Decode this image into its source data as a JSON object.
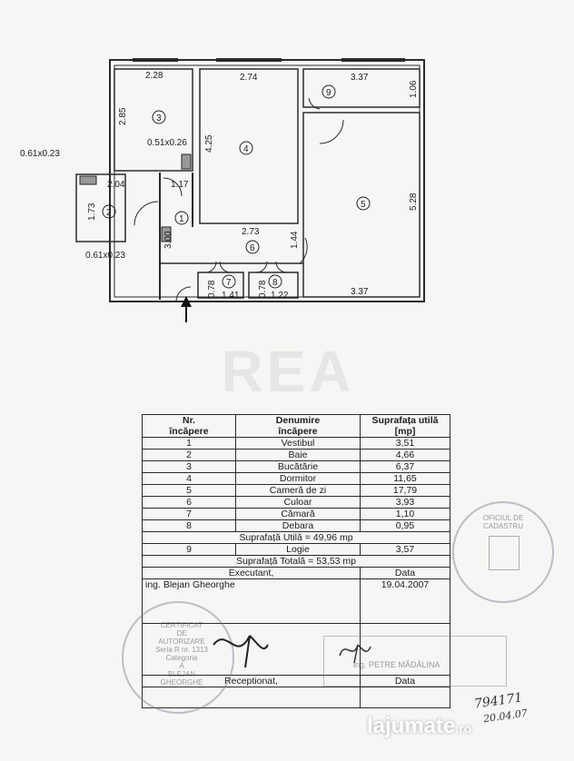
{
  "plan": {
    "dimensions": {
      "d_228": "2.28",
      "d_274": "2.74",
      "d_337_top": "3.37",
      "d_106": "1.06",
      "d_285": "2.85",
      "d_425": "4.25",
      "d_051": "0.51x0.26",
      "d_061_top": "0.61x0.23",
      "d_204": "2.04",
      "d_117": "1.17",
      "d_173": "1.73",
      "d_528": "5.28",
      "d_300": "3.00",
      "d_273": "2.73",
      "d_144": "1.44",
      "d_061_bottom": "0.61x0.23",
      "d_078_a": "0.78",
      "d_141": "1.41",
      "d_078_b": "0.78",
      "d_122": "1.22",
      "d_337_bottom": "3.37"
    },
    "rooms": {
      "r1": "1",
      "r2": "2",
      "r3": "3",
      "r4": "4",
      "r5": "5",
      "r6": "6",
      "r7": "7",
      "r8": "8",
      "r9": "9"
    }
  },
  "watermark": "REA",
  "table": {
    "headers": {
      "nr": "Nr.",
      "nr2": "încăpere",
      "name": "Denumire",
      "name2": "încăpere",
      "area": "Suprafața utilă",
      "area2": "[mp]"
    },
    "rows": [
      {
        "nr": "1",
        "name": "Vestibul",
        "area": "3,51"
      },
      {
        "nr": "2",
        "name": "Baie",
        "area": "4,66"
      },
      {
        "nr": "3",
        "name": "Bucătărie",
        "area": "6,37"
      },
      {
        "nr": "4",
        "name": "Dormitor",
        "area": "11,65"
      },
      {
        "nr": "5",
        "name": "Cameră de zi",
        "area": "17,79"
      },
      {
        "nr": "6",
        "name": "Culoar",
        "area": "3,93"
      },
      {
        "nr": "7",
        "name": "Cămară",
        "area": "1,10"
      },
      {
        "nr": "8",
        "name": "Debara",
        "area": "0,95"
      }
    ],
    "suprafata_utila": "Suprafață Utilă = 49,96 mp",
    "row9": {
      "nr": "9",
      "name": "Logie",
      "area": "3,57"
    },
    "suprafata_totala": "Suprafață Totală = 53,53 mp",
    "executant_label": "Executant,",
    "data_label": "Data",
    "executant_name": "ing. Blejan Gheorghe",
    "executant_date": "19.04.2007",
    "receptionat_label": "Receptionat,",
    "data_label2": "Data"
  },
  "stamps": {
    "left_lines": [
      "CERTIFICAT",
      "DE",
      "AUTORIZARE",
      "Seria R nr. 1313",
      "Categoria",
      "A",
      "BLEJAN GHEORGHE"
    ],
    "middle_text": "ing. PETRE MĂDĂLINA",
    "right_text": "OFICIUL DE CADASTRU"
  },
  "handwriting": {
    "number": "794171",
    "date": "20.04.07"
  },
  "logo": {
    "text": "lajumate",
    "suffix": ".ro"
  }
}
